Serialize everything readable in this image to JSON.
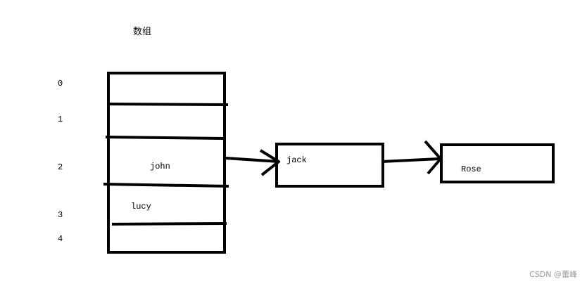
{
  "title": "数组",
  "indices": [
    "0",
    "1",
    "2",
    "3",
    "4"
  ],
  "array_cells": {
    "john": "john",
    "lucy": "lucy"
  },
  "nodes": {
    "jack": "jack",
    "rose": "Rose"
  },
  "watermark": "CSDN @蕾峰"
}
